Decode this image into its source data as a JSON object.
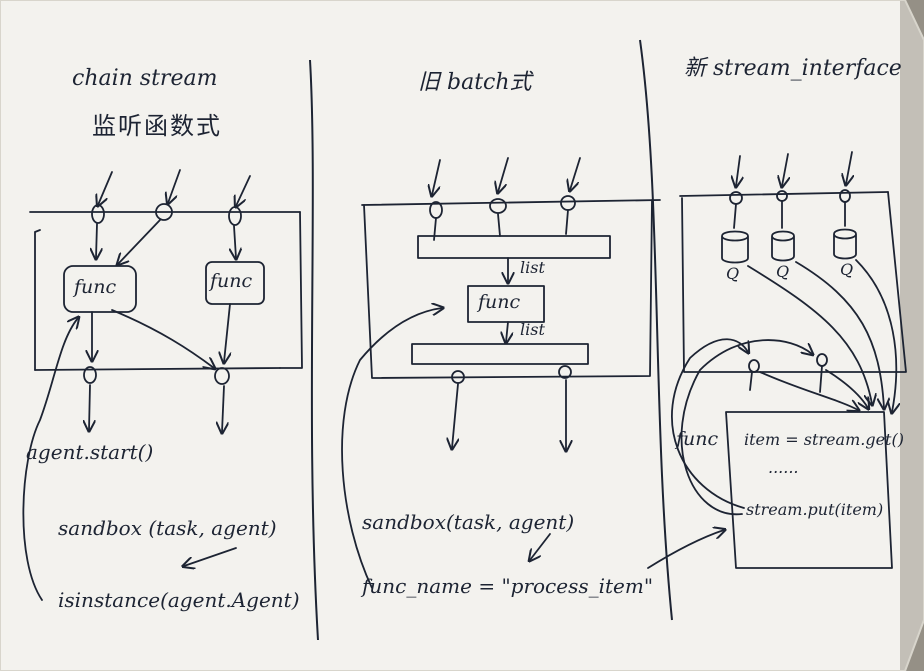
{
  "colors": {
    "paper": "#f3f2ee",
    "ink": "#1d2433",
    "background": "#8f8b80"
  },
  "sections": {
    "left": {
      "title_line1": "chain stream",
      "title_line2": "监听函数式",
      "func_a": "func",
      "func_b": "func",
      "code1": "agent.start()",
      "code2": "sandbox (task, agent)",
      "code3": "isinstance(agent.Agent)"
    },
    "middle": {
      "title": "旧 batch式",
      "list1": "list",
      "func": "func",
      "list2": "list",
      "code1": "sandbox(task, agent)",
      "code2": "func_name = \"process_item\""
    },
    "right": {
      "title": "新 stream_interface",
      "queues": [
        "Q",
        "Q",
        "Q"
      ],
      "func_label": "func",
      "line1": "item = stream.get()",
      "line2": "......",
      "line3": "stream.put(item)"
    }
  }
}
